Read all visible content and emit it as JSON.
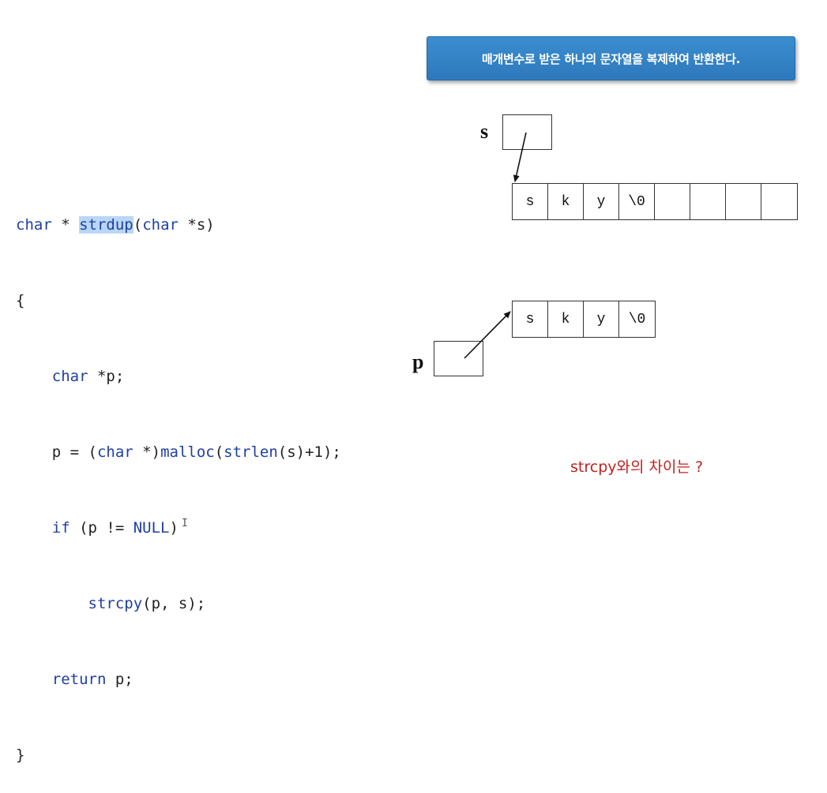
{
  "banner": {
    "text": "매개변수로 받은 하나의 문자열을 복제하여 반환한다."
  },
  "code": {
    "line1": {
      "t1": "char",
      "t2": " * ",
      "t3": "strdup",
      "t4": "(",
      "t5": "char",
      "t6": " *s)"
    },
    "line2": "{",
    "line3": {
      "indent": "    ",
      "t1": "char",
      "t2": " *p;"
    },
    "line4": {
      "indent": "    ",
      "t1": "p = (",
      "t2": "char",
      "t3": " *)",
      "t4": "malloc",
      "t5": "(",
      "t6": "strlen",
      "t7": "(s)+1);"
    },
    "line5": {
      "indent": "    ",
      "t1": "if",
      "t2": " (p != ",
      "t3": "NULL",
      "t4": ")"
    },
    "line6": {
      "indent": "        ",
      "t1": "strcpy",
      "t2": "(p, s);"
    },
    "line7": {
      "indent": "    ",
      "t1": "return",
      "t2": " p;"
    },
    "line8": "}"
  },
  "diagram": {
    "s_label": "s",
    "p_label": "p",
    "s_array": [
      "s",
      "k",
      "y",
      "\\0",
      "",
      "",
      "",
      ""
    ],
    "p_array": [
      "s",
      "k",
      "y",
      "\\0"
    ]
  },
  "question": "strcpy와의 차이는 ?",
  "colors": {
    "banner": "#2e78bb",
    "keyword": "#1f3fa3",
    "highlight": "#b9d7f5",
    "question": "#c0221e"
  }
}
